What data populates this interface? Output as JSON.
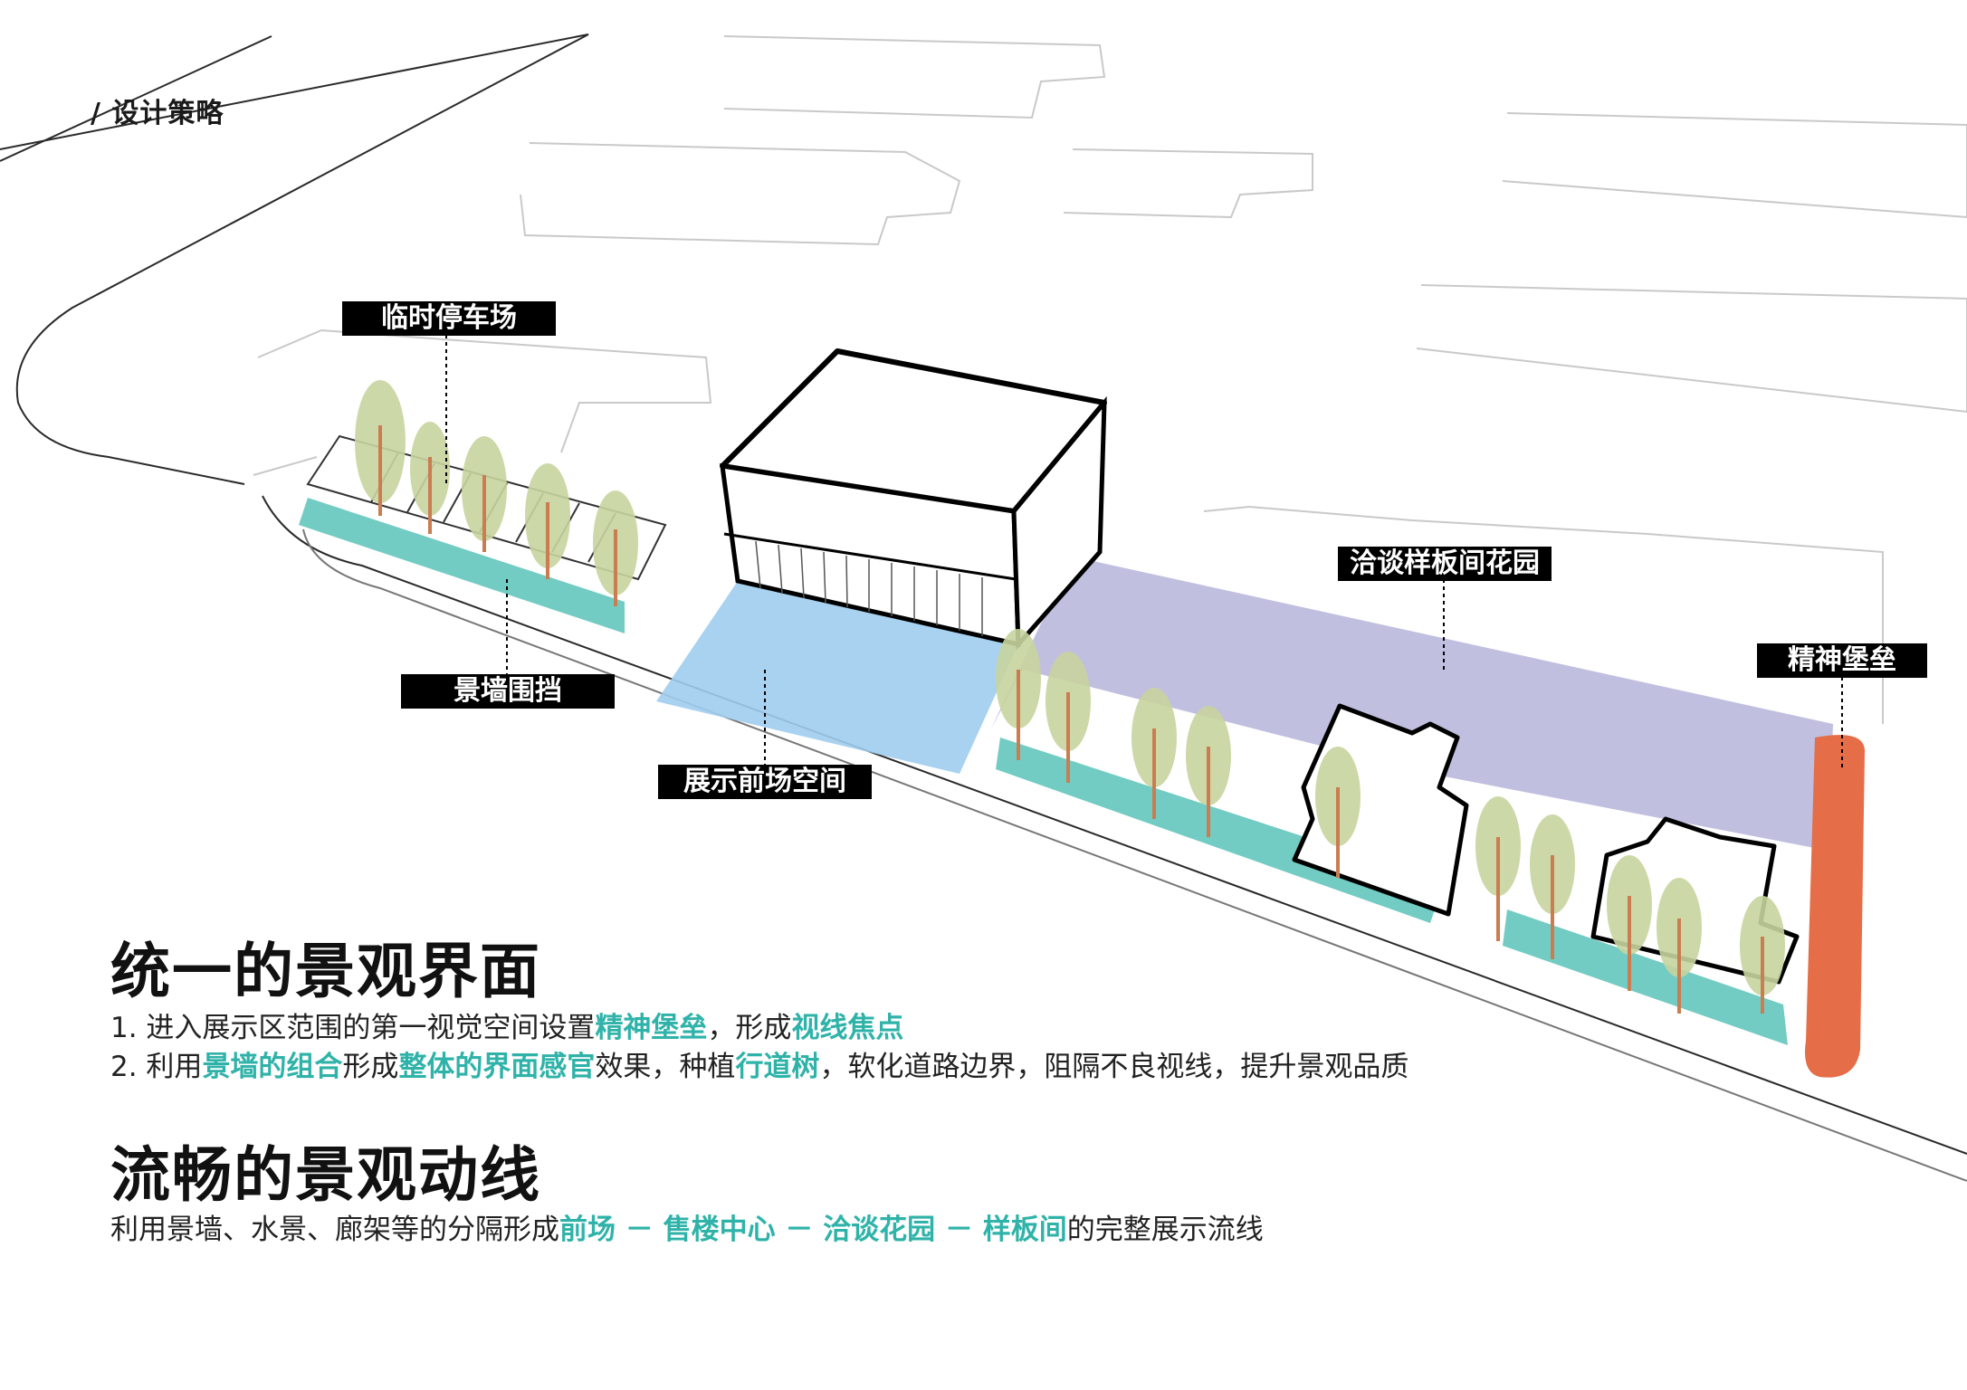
{
  "section_tag": "/ 设计策略",
  "labels": {
    "parking": "临时停车场",
    "wall": "景墙围挡",
    "plaza": "展示前场空间",
    "garden": "洽谈样板间花园",
    "fortress": "精神堡垒"
  },
  "sections": [
    {
      "heading": "统一的景观界面",
      "lines": [
        [
          {
            "text": "1. 进入展示区范围的第一视觉空间设置",
            "hl": false
          },
          {
            "text": "精神堡垒",
            "hl": true
          },
          {
            "text": "，形成",
            "hl": false
          },
          {
            "text": "视线焦点",
            "hl": true
          }
        ],
        [
          {
            "text": "2. 利用",
            "hl": false
          },
          {
            "text": "景墙的组合",
            "hl": true
          },
          {
            "text": "形成",
            "hl": false
          },
          {
            "text": "整体的界面感官",
            "hl": true
          },
          {
            "text": "效果，种植",
            "hl": false
          },
          {
            "text": "行道树",
            "hl": true
          },
          {
            "text": "，软化道路边界，阻隔不良视线，提升景观品质",
            "hl": false
          }
        ]
      ]
    },
    {
      "heading": "流畅的景观动线",
      "lines": [
        [
          {
            "text": "利用景墙、水景、廊架等的分隔形成",
            "hl": false
          },
          {
            "text": "前场 － 售楼中心 － 洽谈花园 － 样板间",
            "hl": true
          },
          {
            "text": "的完整展示流线",
            "hl": false
          }
        ]
      ]
    }
  ],
  "colors": {
    "teal": "#6cc9c0",
    "blue": "#9fcdee",
    "purple": "#b9b8dc",
    "orange": "#e56d47",
    "tree": "#c8d49f",
    "trunk": "#c97d50",
    "highlight": "#2fb3a9"
  }
}
